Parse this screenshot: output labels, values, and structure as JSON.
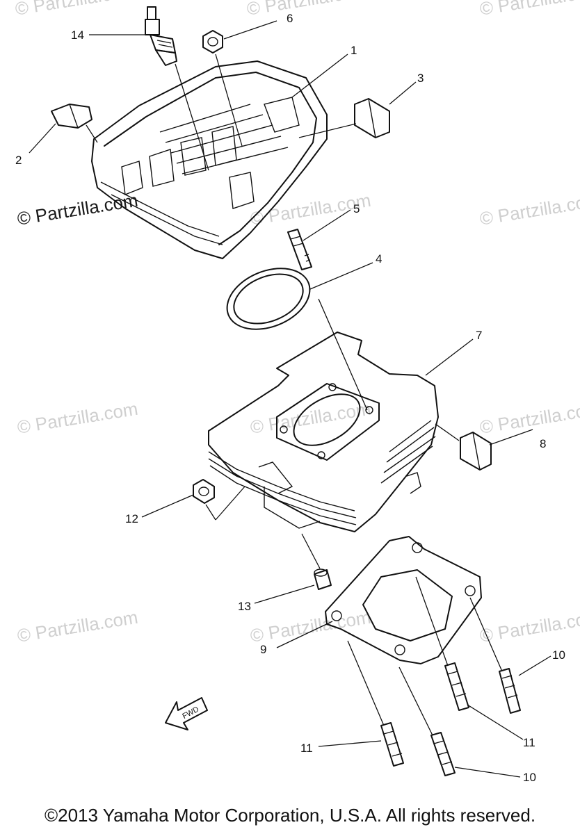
{
  "watermark": {
    "text": "© Partzilla.com",
    "faint_color": "#cfcfcf",
    "strong_color": "#1a1a1a"
  },
  "callouts": {
    "c1": "1",
    "c2": "2",
    "c3": "3",
    "c4": "4",
    "c5": "5",
    "c6": "6",
    "c7": "7",
    "c8": "8",
    "c9": "9",
    "c10a": "10",
    "c10b": "10",
    "c11a": "11",
    "c11b": "11",
    "c12": "12",
    "c13": "13",
    "c14": "14"
  },
  "fwd_label": "FWD",
  "copyright": "©2013  Yamaha Motor Corporation, U.S.A. All rights reserved."
}
